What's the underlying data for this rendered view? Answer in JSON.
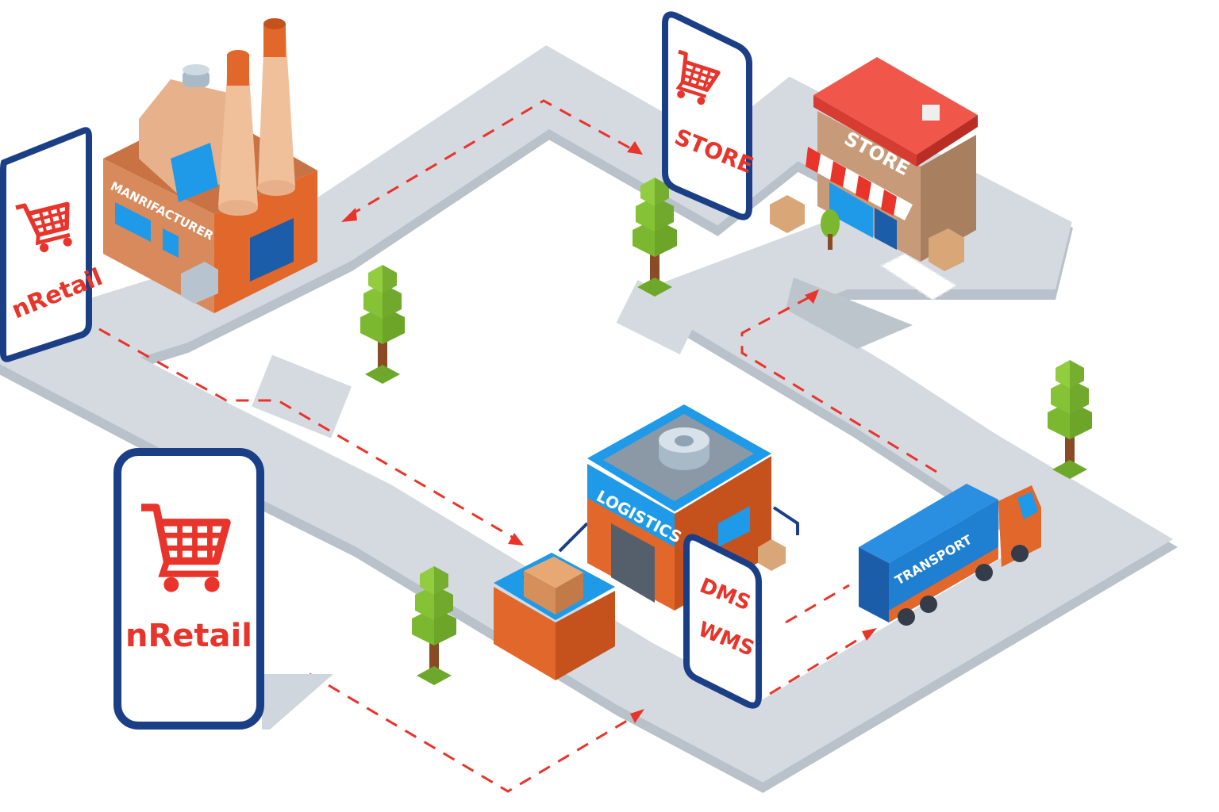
{
  "title": "nRetail supply chain",
  "colors": {
    "road": "#d5dae0",
    "road_shadow": "#b9c1ca",
    "navy": "#1b3f87",
    "red": "#e8342a",
    "orange": "#e2672a",
    "blue": "#1f9ae8",
    "tree": "#7cb82f",
    "trunk": "#8a4a24"
  },
  "phones": {
    "left": {
      "brand": "nRetail",
      "icon": "shopping-cart-icon"
    },
    "big": {
      "brand": "nRetail",
      "icon": "shopping-cart-icon"
    },
    "store": {
      "label": "STORE",
      "icon": "shopping-cart-icon"
    },
    "systems": {
      "line1": "DMS",
      "line2": "WMS"
    }
  },
  "buildings": {
    "factory": {
      "sign": "MANRIFACTURER"
    },
    "store": {
      "sign": "STORE"
    },
    "logistics": {
      "sign": "LOGISTICS"
    },
    "truck": {
      "sign": "TRANSPORT"
    }
  }
}
